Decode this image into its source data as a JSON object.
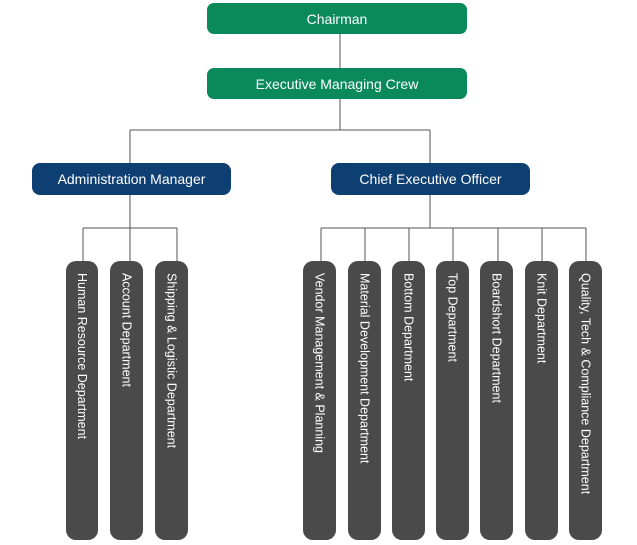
{
  "nodes": {
    "chairman": "Chairman",
    "executive": "Executive Managing Crew",
    "admin": "Administration Manager",
    "ceo": "Chief Executive Officer"
  },
  "admin_departments": [
    "Human Resource Department",
    "Account Department",
    "Shipping & Logistic Department"
  ],
  "ceo_departments": [
    "Vendor Management & Planning",
    "Material Development Department",
    "Bottom Department",
    "Top Department",
    "Boardshort Department",
    "Knit Department",
    "Quality, Tech & Compliance Department"
  ],
  "colors": {
    "top_nodes": "#0a8a5b",
    "manager_nodes": "#0e3f73",
    "department_nodes": "#4a4a4a",
    "connectors": "#555555"
  }
}
